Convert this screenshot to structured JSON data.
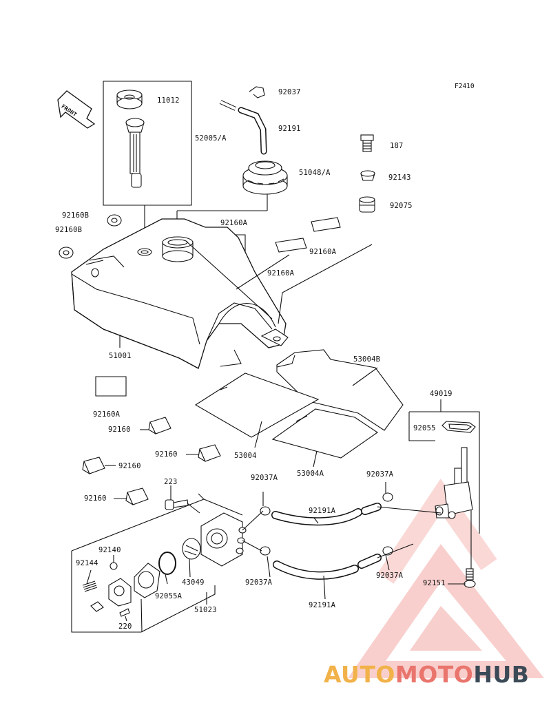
{
  "diagram": {
    "ref_code": "F2410",
    "front_label": "FRONT",
    "parts": {
      "p11012": "11012",
      "p52005A": "52005/A",
      "p92037": "92037",
      "p92191": "92191",
      "p187": "187",
      "p51048A": "51048/A",
      "p92143": "92143",
      "p92075": "92075",
      "p92160B_1": "92160B",
      "p92160B_2": "92160B",
      "p92160A_1": "92160A",
      "p92160A_2": "92160A",
      "p92160A_3": "92160A",
      "p92160A_4": "92160A",
      "p51001": "51001",
      "p53004B": "53004B",
      "p49019": "49019",
      "p92055": "92055",
      "p92160_1": "92160",
      "p92160_2": "92160",
      "p92160_3": "92160",
      "p92160_4": "92160",
      "p53004": "53004",
      "p53004A": "53004A",
      "p223": "223",
      "p92037A_1": "92037A",
      "p92037A_2": "92037A",
      "p92037A_3": "92037A",
      "p92037A_4": "92037A",
      "p92191A_1": "92191A",
      "p92191A_2": "92191A",
      "p92140": "92140",
      "p92144": "92144",
      "p43049": "43049",
      "p92055A": "92055A",
      "p51023": "51023",
      "p220": "220",
      "p92151": "92151"
    }
  },
  "watermark": {
    "part1": "AUTO",
    "part2": "MOTO",
    "part3": "HUB",
    "colors": {
      "auto": "#f2b24a",
      "moto": "#e9756d",
      "hub": "#3c4a57",
      "logo": "#e8615a"
    }
  }
}
